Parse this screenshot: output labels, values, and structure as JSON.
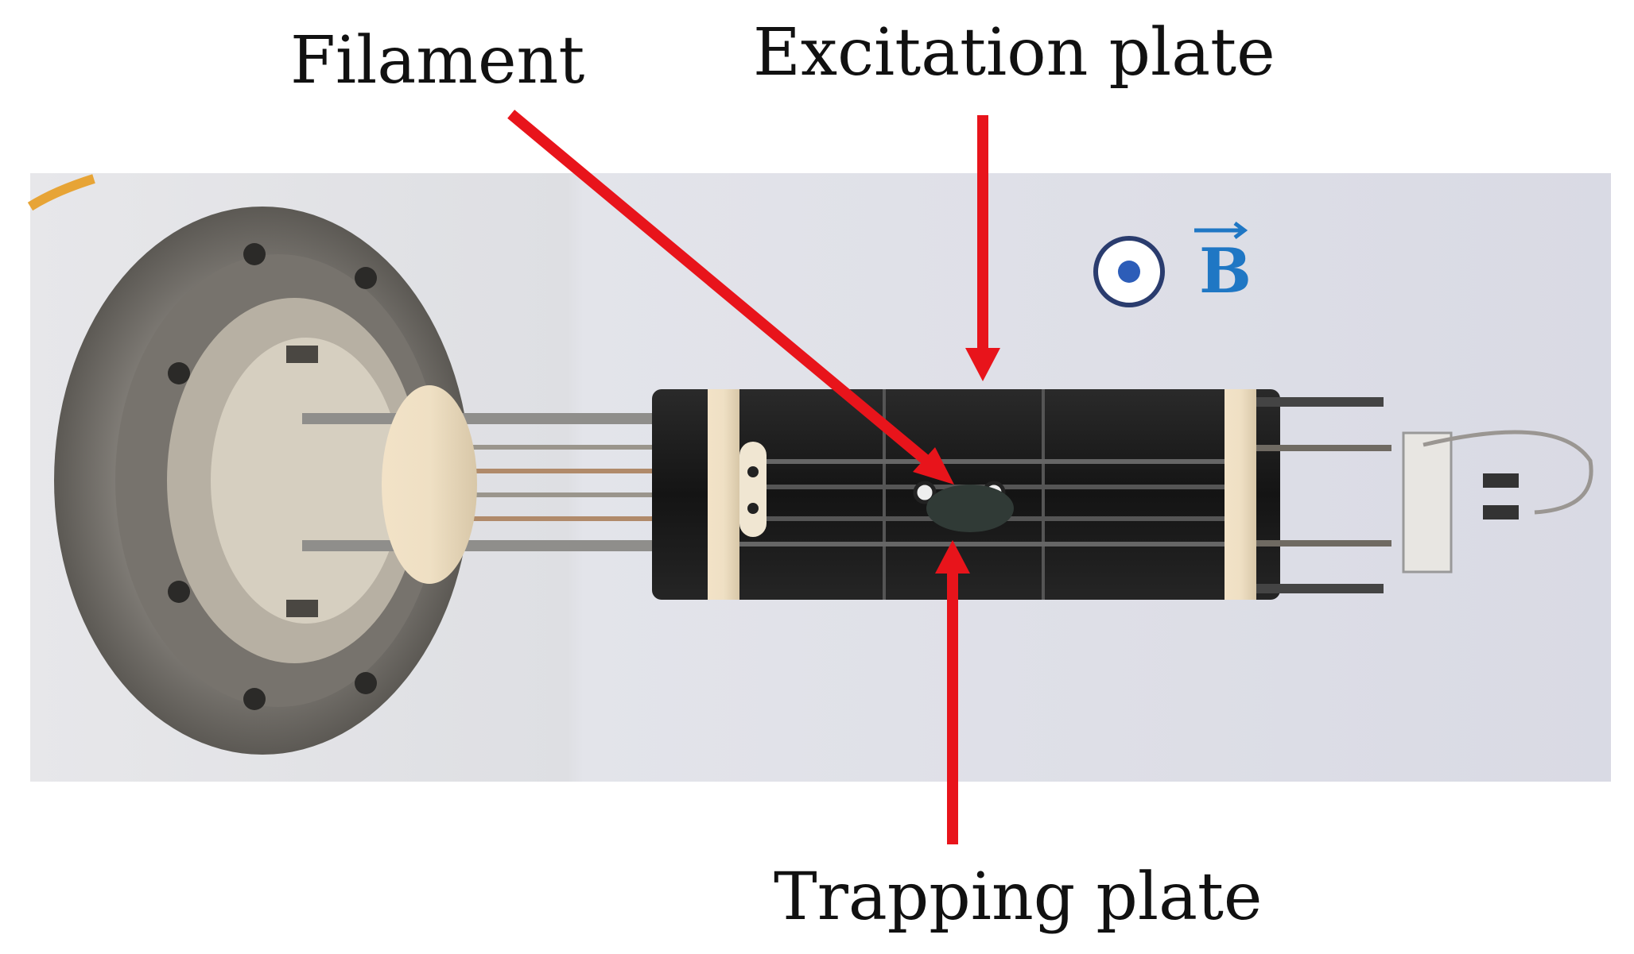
{
  "figure": {
    "labels": {
      "filament": "Filament",
      "excitation": "Excitation plate",
      "trapping": "Trapping plate"
    },
    "field_symbol": "B",
    "colors": {
      "arrow": "#e8141b",
      "field_symbol": "#1f77c4",
      "background": "#ffffff"
    },
    "icons": {
      "field_direction": "dot-in-circle-out-of-page-icon"
    }
  }
}
